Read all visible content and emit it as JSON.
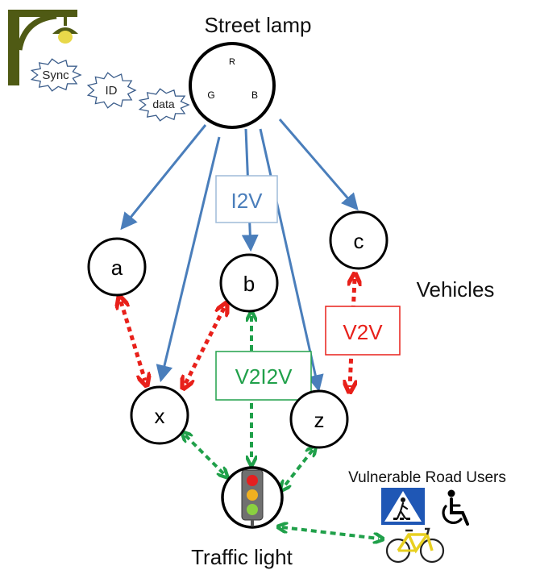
{
  "labels": {
    "street_lamp": "Street lamp",
    "traffic_light": "Traffic light",
    "vehicles": "Vehicles",
    "vru": "Vulnerable Road Users"
  },
  "rgb": {
    "r": "R",
    "g": "G",
    "b": "B"
  },
  "bursts": {
    "sync": "Sync",
    "id": "ID",
    "data": "data"
  },
  "nodes": {
    "a": "a",
    "b": "b",
    "c": "c",
    "x": "x",
    "z": "z"
  },
  "links": {
    "i2v": "I2V",
    "v2v": "V2V",
    "v2i2v": "V2I2V"
  },
  "colors": {
    "i2v": "#4a7ebb",
    "v2v": "#e8201a",
    "v2i2v": "#20a04a",
    "burst_stroke": "#3a5c8a",
    "lamp_post": "#4f5a14",
    "lamp_bulb": "#e8d84a"
  },
  "icons": [
    "street-lamp-icon",
    "traffic-light-icon",
    "pedestrian-crossing-icon",
    "wheelchair-icon",
    "bicycle-icon"
  ]
}
